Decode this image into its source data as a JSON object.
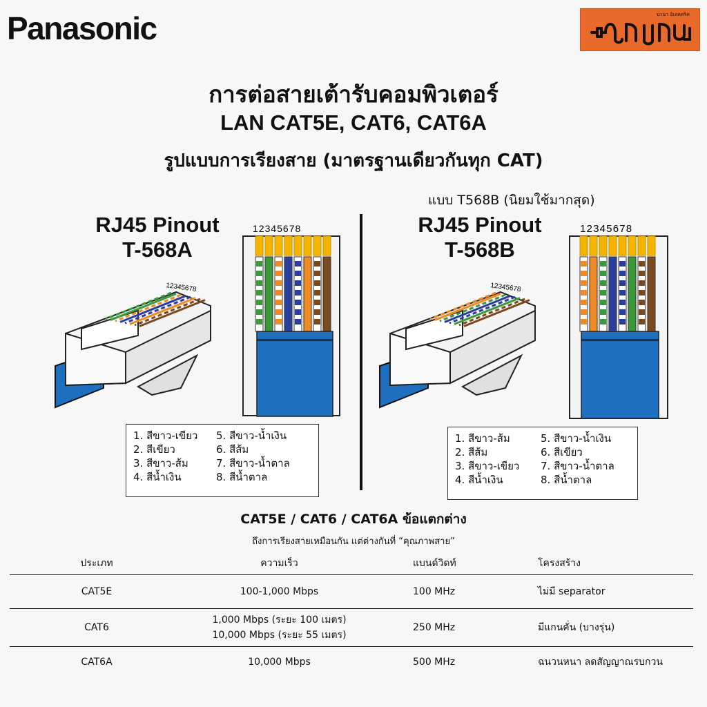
{
  "brand": "Panasonic",
  "logo": {
    "small_text": "นานา อิเลคทริค",
    "accent": "#e8692a"
  },
  "title": {
    "line1": "การต่อสายเต้ารับคอมพิวเตอร์",
    "line2": "LAN CAT5E, CAT6, CAT6A",
    "line3": "รูปแบบการเรียงสาย  (มาตรฐานเดียวกันทุก CAT)"
  },
  "t568b_note": "แบบ T568B (นิยมใช้มากสุด)",
  "pin_numbers": "12345678",
  "t568a": {
    "title1": "RJ45 Pinout",
    "title2": "T-568A",
    "legend_left": [
      "1. สีขาว-เขียว",
      "2. สีเขียว",
      "3. สีขาว-ส้ม",
      "4. สีน้ำเงิน"
    ],
    "legend_right": [
      "5. สีขาว-น้ำเงิน",
      "6. สีส้ม",
      "7. สีขาว-น้ำตาล",
      "8. สีน้ำตาล"
    ],
    "wire_colors": [
      "#3a9a3a",
      "#3a9a3a",
      "#f08a24",
      "#2a3e9e",
      "#2a3e9e",
      "#f08a24",
      "#7a4a1e",
      "#7a4a1e"
    ],
    "wire_striped": [
      true,
      false,
      true,
      false,
      true,
      false,
      true,
      false
    ]
  },
  "t568b": {
    "title1": "RJ45 Pinout",
    "title2": "T-568B",
    "legend_left": [
      "1. สีขาว-ส้ม",
      "2. สีส้ม",
      "3. สีขาว-เขียว",
      "4. สีน้ำเงิน"
    ],
    "legend_right": [
      "5. สีขาว-น้ำเงิน",
      "6. สีเขียว",
      "7. สีขาว-น้ำตาล",
      "8. สีน้ำตาล"
    ],
    "wire_colors": [
      "#f08a24",
      "#f08a24",
      "#3a9a3a",
      "#2a3e9e",
      "#2a3e9e",
      "#3a9a3a",
      "#7a4a1e",
      "#7a4a1e"
    ],
    "wire_striped": [
      true,
      false,
      true,
      false,
      true,
      false,
      true,
      false
    ]
  },
  "comparison": {
    "title": "CAT5E / CAT6 / CAT6A ข้อแตกต่าง",
    "subtitle": "ถึงการเรียงสายเหมือนกัน แต่ต่างกันที่ “คุณภาพสาย”",
    "headers": [
      "ประเภท",
      "ความเร็ว",
      "แบนด์วิดท์",
      "โครงสร้าง"
    ],
    "rows": [
      {
        "type": "CAT5E",
        "speed1": "100-1,000 Mbps",
        "speed2": "",
        "bandwidth": "100 MHz",
        "structure": "ไม่มี separator"
      },
      {
        "type": "CAT6",
        "speed1": "1,000 Mbps (ระยะ 100 เมตร)",
        "speed2": "10,000 Mbps (ระยะ 55 เมตร)",
        "bandwidth": "250 MHz",
        "structure": "มีแกนคั่น (บางรุ่น)"
      },
      {
        "type": "CAT6A",
        "speed1": "10,000 Mbps",
        "speed2": "",
        "bandwidth": "500 MHz",
        "structure": "ฉนวนหนา ลดสัญญาณรบกวน"
      }
    ]
  },
  "colors": {
    "cable_blue": "#1f6fc0",
    "connector": "#f4f4f4",
    "pin_gold": "#f5b400"
  }
}
